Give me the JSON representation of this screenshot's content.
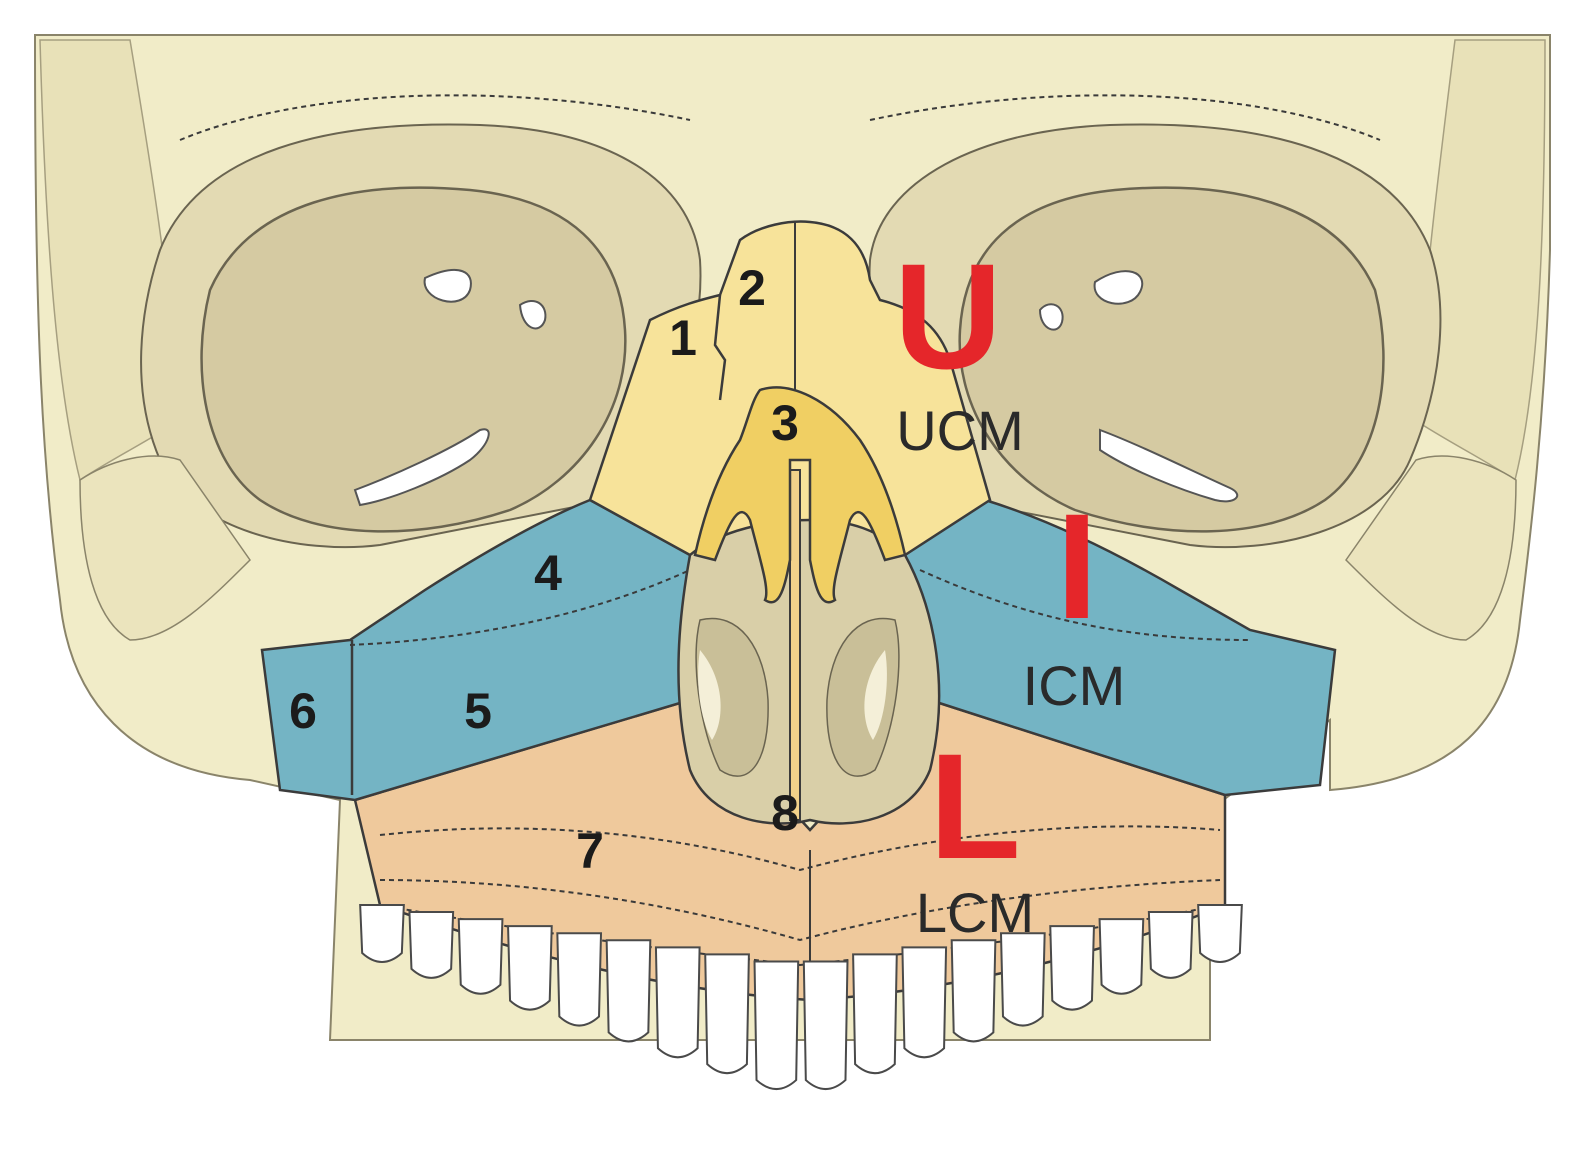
{
  "colors": {
    "skull": "#f1ecc8",
    "orbit": "#ddd3ac",
    "orbit_inner": "#d2c7a0",
    "upper_zone": "#f7e39a",
    "middle_zone": "#74b4c4",
    "lower_zone": "#efc99c",
    "nasal_cavity": "#d9cfa8",
    "marker": "#e5262a"
  },
  "regions": [
    {
      "id": "1",
      "label": "1"
    },
    {
      "id": "2",
      "label": "2"
    },
    {
      "id": "3",
      "label": "3"
    },
    {
      "id": "4",
      "label": "4"
    },
    {
      "id": "5",
      "label": "5"
    },
    {
      "id": "6",
      "label": "6"
    },
    {
      "id": "7",
      "label": "7"
    },
    {
      "id": "8",
      "label": "8"
    }
  ],
  "zones": {
    "upper": {
      "letter": "U",
      "abbr": "UCM"
    },
    "middle": {
      "letter": "I",
      "abbr": "ICM"
    },
    "lower": {
      "letter": "L",
      "abbr": "LCM"
    }
  }
}
